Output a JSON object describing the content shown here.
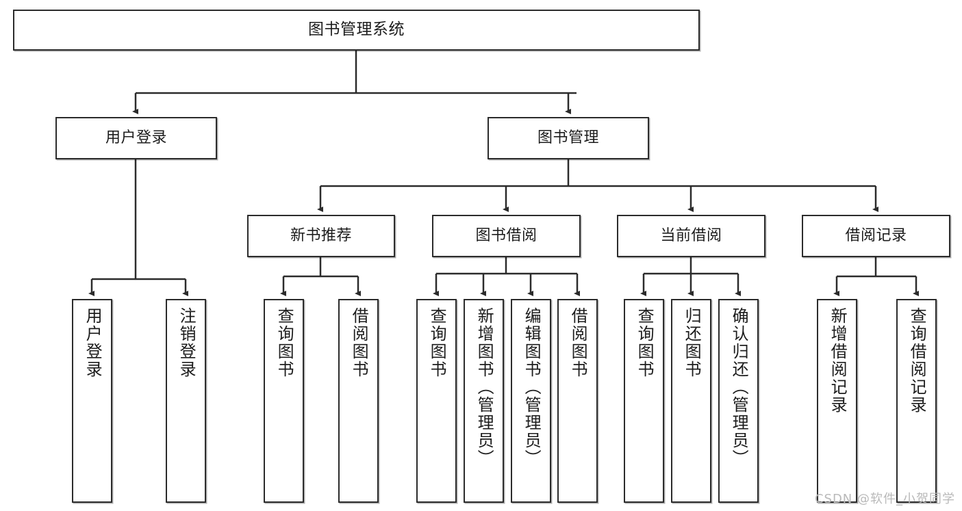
{
  "diagram": {
    "title": "图书管理系统",
    "type": "tree-hierarchy",
    "watermark": "CSDN @软件_小贺同学",
    "colors": {
      "box_border": "#2b2b2b",
      "box_fill": "#ffffff",
      "connector": "#2b2b2b",
      "text": "#1c1c1c",
      "watermark": "#b9b9b9",
      "background": "#ffffff"
    },
    "nodes": {
      "root": {
        "label": "图书管理系统"
      },
      "level2": [
        {
          "label": "用户登录"
        },
        {
          "label": "图书管理"
        }
      ],
      "level3": [
        {
          "label": "新书推荐"
        },
        {
          "label": "图书借阅"
        },
        {
          "label": "当前借阅"
        },
        {
          "label": "借阅记录"
        }
      ],
      "leaves_user_login": [
        {
          "label": "用户登录"
        },
        {
          "label": "注销登录"
        }
      ],
      "leaves_new_book": [
        {
          "label": "查询图书"
        },
        {
          "label": "借阅图书"
        }
      ],
      "leaves_borrow": [
        {
          "label": "查询图书"
        },
        {
          "label": "新增图书（管理员）"
        },
        {
          "label": "编辑图书（管理员）"
        },
        {
          "label": "借阅图书"
        }
      ],
      "leaves_current": [
        {
          "label": "查询图书"
        },
        {
          "label": "归还图书"
        },
        {
          "label": "确认归还（管理员）"
        }
      ],
      "leaves_records": [
        {
          "label": "新增借阅记录"
        },
        {
          "label": "查询借阅记录"
        }
      ]
    }
  }
}
